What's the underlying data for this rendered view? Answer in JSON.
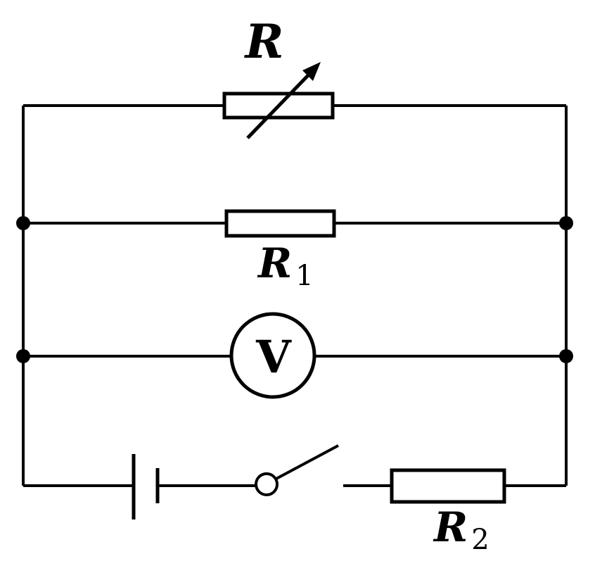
{
  "diagram": {
    "kind": "electric-circuit-schematic",
    "background_color": "#ffffff",
    "line_color": "#000000",
    "components": {
      "rheostat": {
        "type": "variable-resistor",
        "label": "R"
      },
      "resistor_1": {
        "type": "resistor",
        "label": "R",
        "subscript": "1"
      },
      "voltmeter": {
        "type": "voltmeter",
        "label": "V"
      },
      "battery": {
        "type": "battery-cell"
      },
      "switch": {
        "type": "knife-switch",
        "state": "open"
      },
      "resistor_2": {
        "type": "resistor",
        "label": "R",
        "subscript": "2"
      }
    }
  }
}
